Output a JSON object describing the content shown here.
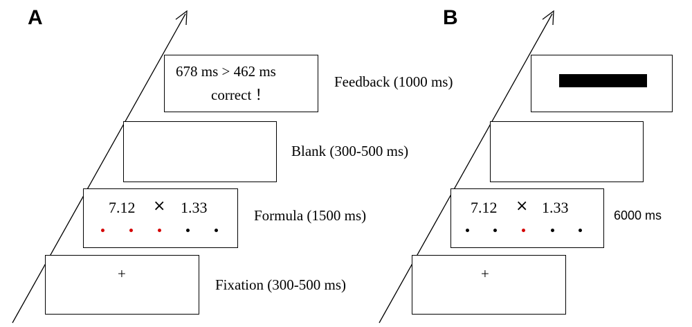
{
  "panels": {
    "a": {
      "letter": "A",
      "feedback": {
        "line1": "678 ms > 462 ms",
        "line2": "correct ！",
        "label": "Feedback (1000 ms)"
      },
      "blank": {
        "label": "Blank (300-500 ms)"
      },
      "formula": {
        "left": "7.12",
        "op": "×",
        "right": "1.33",
        "label": "Formula (1500 ms)",
        "dots": [
          "#d40000",
          "#d40000",
          "#d40000",
          "#000000",
          "#000000"
        ]
      },
      "fixation": {
        "cross": "+",
        "label": "Fixation (300-500 ms)"
      }
    },
    "b": {
      "letter": "B",
      "formula": {
        "left": "7.12",
        "op": "×",
        "right": "1.33",
        "label": "6000 ms",
        "dots": [
          "#000000",
          "#000000",
          "#d40000",
          "#000000",
          "#000000"
        ]
      },
      "fixation": {
        "cross": "+"
      }
    }
  }
}
